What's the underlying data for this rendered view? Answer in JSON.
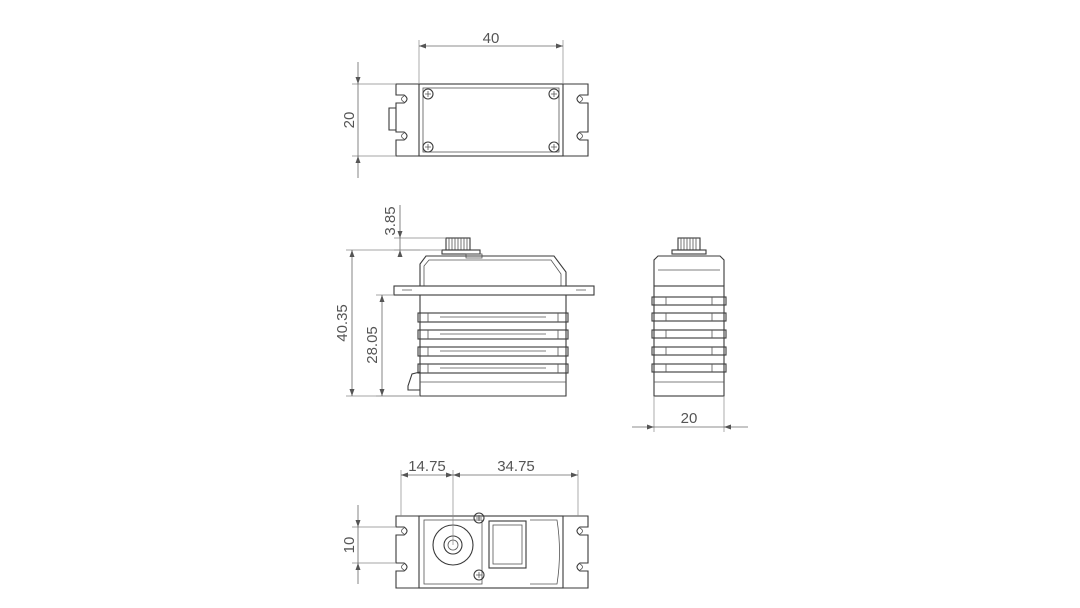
{
  "dimensions": {
    "top_width": "40",
    "top_height": "20",
    "shaft_height": "3.85",
    "total_height": "40.35",
    "flange_height": "28.05",
    "side_width": "20",
    "shaft_offset": "14.75",
    "body_length": "34.75",
    "bottom_height": "10"
  },
  "colors": {
    "line": "#3a3a3a",
    "dimension": "#666666",
    "background": "#ffffff"
  }
}
